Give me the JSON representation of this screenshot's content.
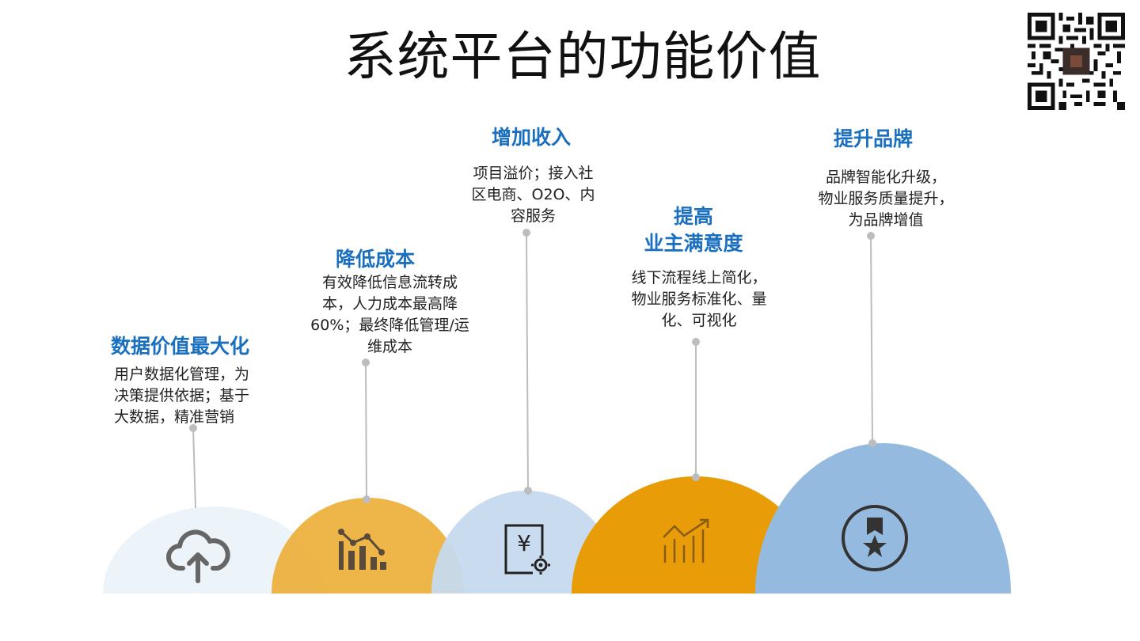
{
  "title": "系统平台的功能价值",
  "colors": {
    "heading": "#1a6fbf",
    "connector": "#bdbdbd",
    "hill_1": "#ecf3f9",
    "hill_2": "#edb03a",
    "hill_3": "#c6daee",
    "hill_4": "#e89c08",
    "hill_5": "#95badf",
    "icon": "#555555"
  },
  "items": [
    {
      "heading": "数据价值最大化",
      "lines": [
        "用户数据化管理，为",
        "决策提供依据；基于",
        "大数据，精准营销"
      ],
      "icon": "cloud-upload-icon"
    },
    {
      "heading": "降低成本",
      "lines": [
        "有效降低信息流转成",
        "本，人力成本最高降",
        "60%；最终降低管理/运",
        "维成本"
      ],
      "icon": "bar-trend-chart-icon"
    },
    {
      "heading": "增加收入",
      "lines": [
        "项目溢价；接入社",
        "区电商、O2O、内",
        "容服务"
      ],
      "icon": "yuan-document-gear-icon"
    },
    {
      "heading_lines": [
        "提高",
        "业主满意度"
      ],
      "lines": [
        "线下流程线上简化，",
        "物业服务标准化、量",
        "化、可视化"
      ],
      "icon": "rising-line-chart-icon"
    },
    {
      "heading": "提升品牌",
      "lines": [
        "品牌智能化升级，",
        "物业服务质量提升，",
        "为品牌增值"
      ],
      "icon": "star-badge-icon"
    }
  ]
}
